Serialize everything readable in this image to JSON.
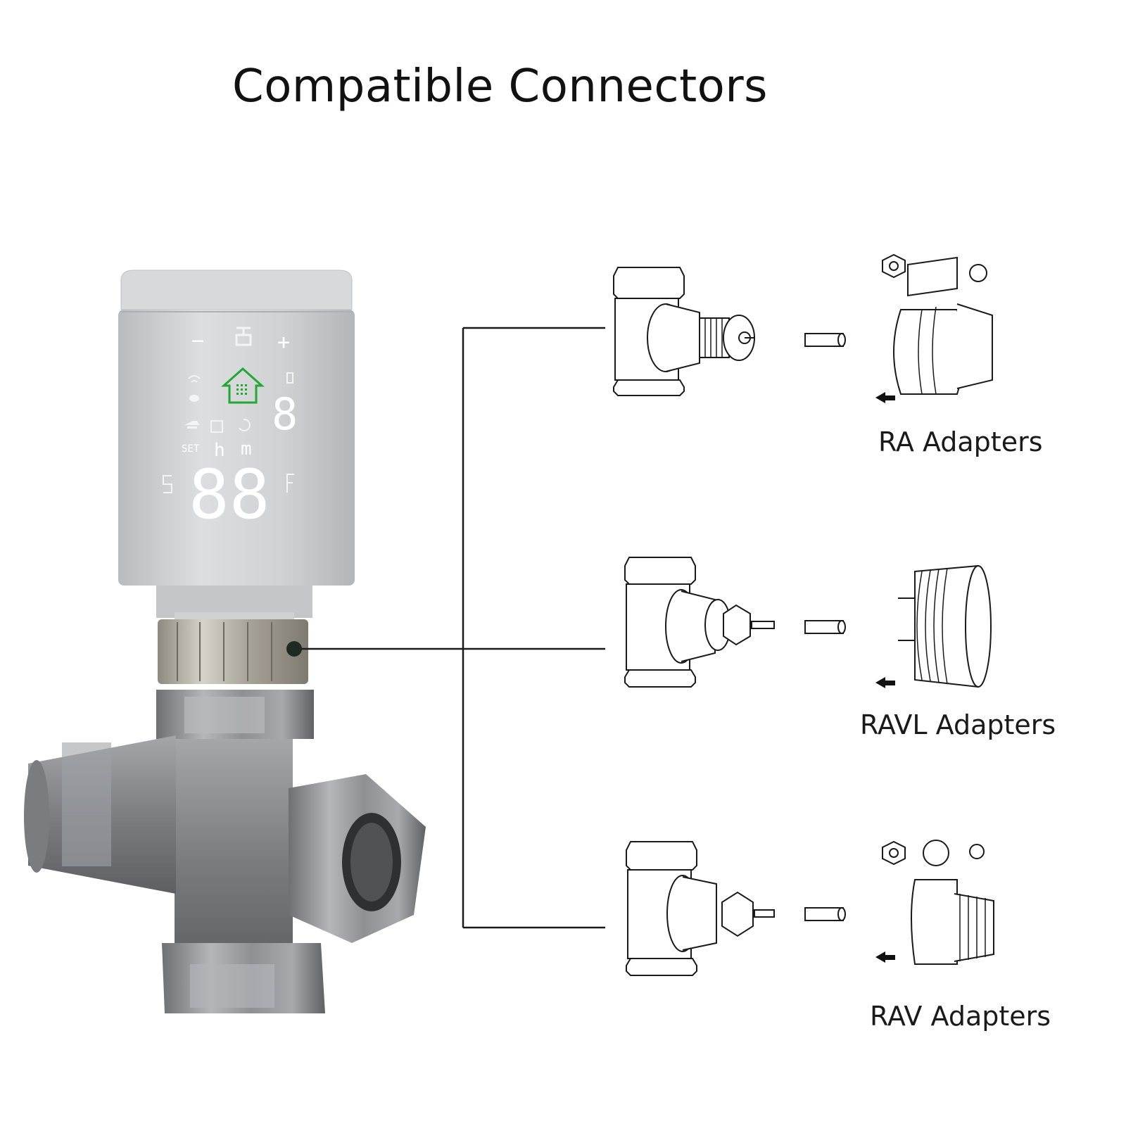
{
  "title": "Compatible Connectors",
  "adapters": [
    {
      "label": "RA Adapters"
    },
    {
      "label": "RAVL Adapters"
    },
    {
      "label": "RAV Adapters"
    }
  ],
  "display": {
    "big_digits": "88",
    "small_digit": "8",
    "set_label": "SET",
    "minus": "−",
    "plus": "+",
    "h_label": "h",
    "m_label": "m"
  },
  "colors": {
    "home_icon": "#1fa832",
    "thermostat_body": "#c9cbcd",
    "valve_metal": "#8a8c90",
    "line": "#1a1a1a"
  }
}
